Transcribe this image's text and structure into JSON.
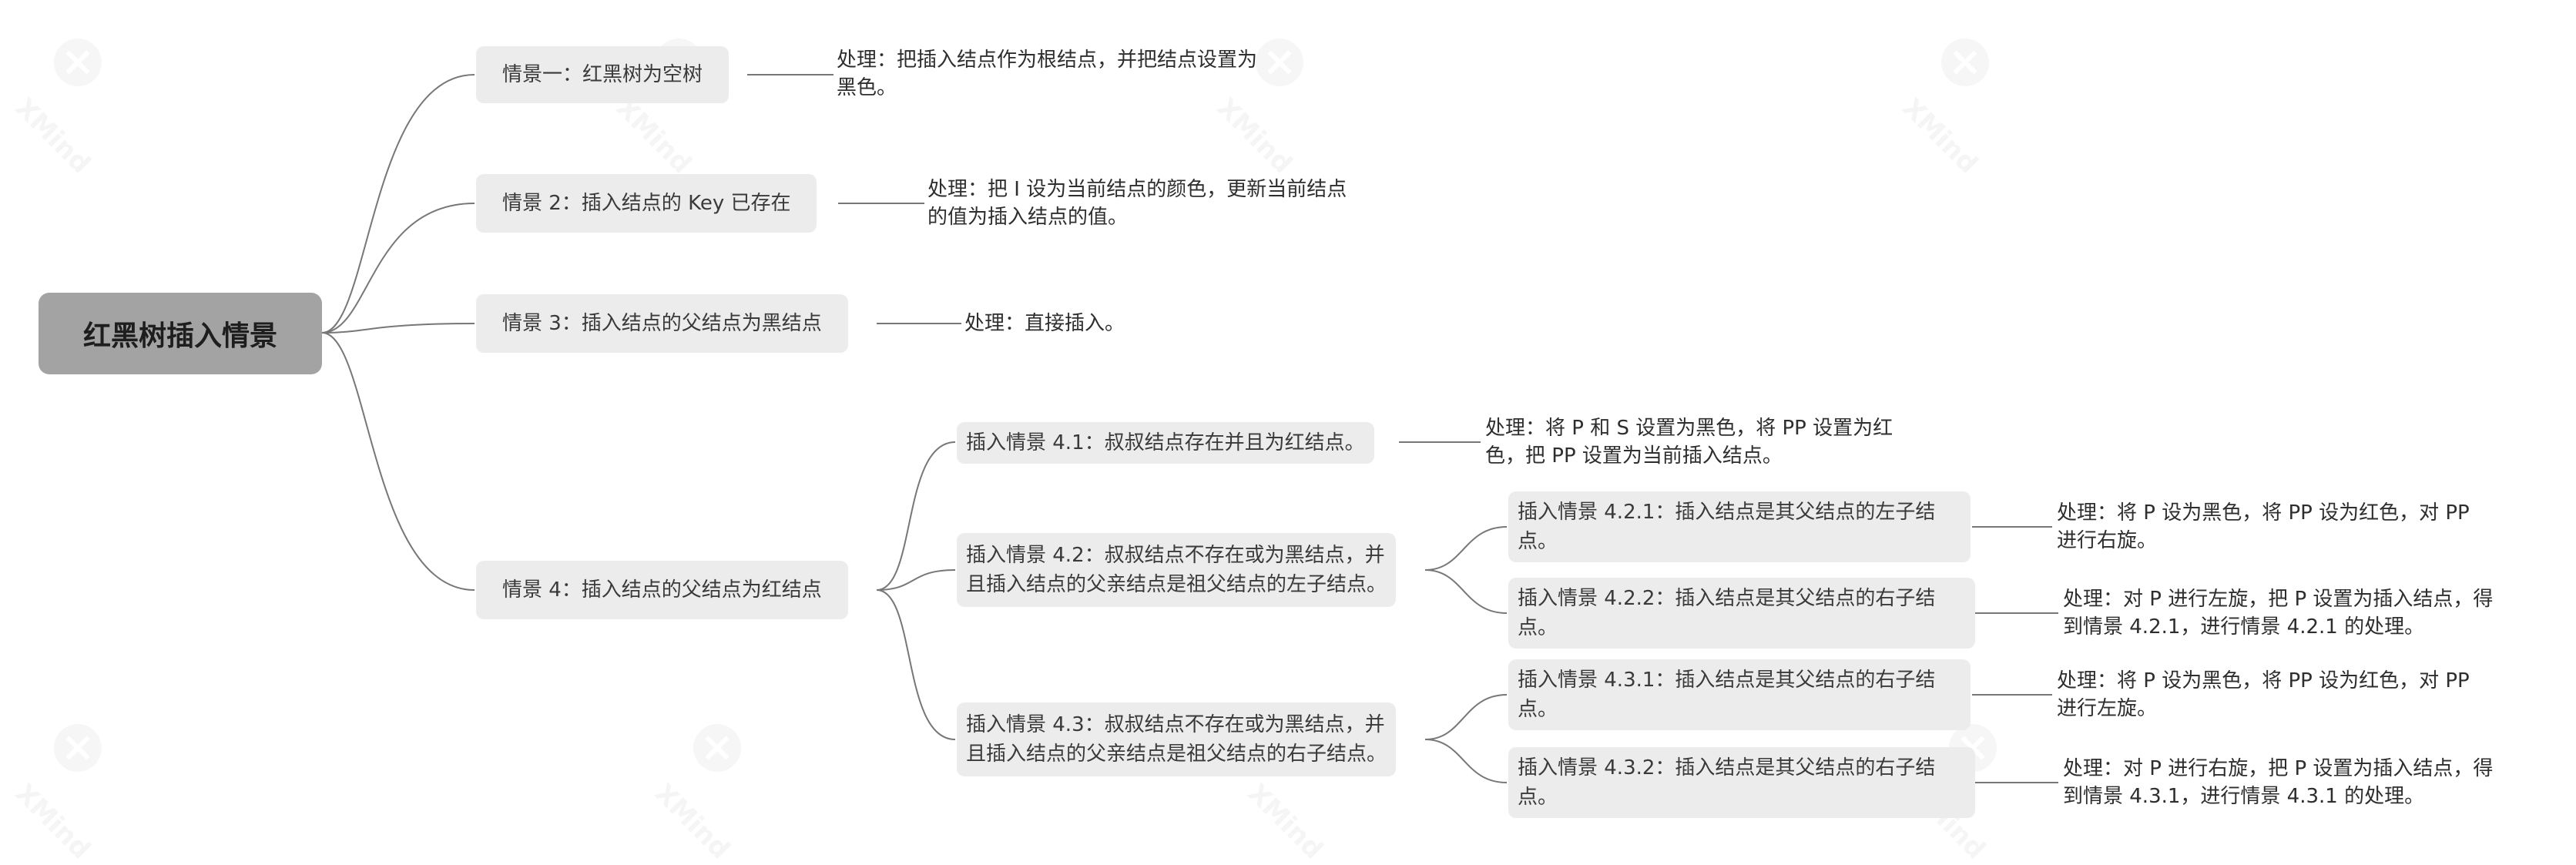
{
  "watermark_text": "XMind",
  "root": {
    "label": "红黑树插入情景"
  },
  "scenario1": {
    "label": "情景一：红黑树为空树",
    "handling": "处理：把插入结点作为根结点，并把结点设置为\n黑色。"
  },
  "scenario2": {
    "label": "情景 2：插入结点的 Key 已存在",
    "handling": "处理：把 I 设为当前结点的颜色，更新当前结点\n的值为插入结点的值。"
  },
  "scenario3": {
    "label": "情景 3：插入结点的父结点为黑结点",
    "handling": "处理：直接插入。"
  },
  "scenario4": {
    "label": "情景 4：插入结点的父结点为红结点",
    "sub1": {
      "label": "插入情景 4.1：叔叔结点存在并且为红结点。",
      "handling": "处理：将 P 和 S 设置为黑色，将 PP 设置为红\n色，把 PP 设置为当前插入结点。"
    },
    "sub2": {
      "label": "插入情景 4.2：叔叔结点不存在或为黑结点，并\n且插入结点的父亲结点是祖父结点的左子结点。",
      "case1": {
        "label": "插入情景 4.2.1：插入结点是其父结点的左子结\n点。",
        "handling": "处理：将 P 设为黑色，将 PP 设为红色，对 PP\n进行右旋。"
      },
      "case2": {
        "label": "插入情景 4.2.2：插入结点是其父结点的右子结\n点。",
        "handling": "处理：对 P 进行左旋，把 P 设置为插入结点，得\n到情景 4.2.1，进行情景 4.2.1 的处理。"
      }
    },
    "sub3": {
      "label": "插入情景 4.3：叔叔结点不存在或为黑结点，并\n且插入结点的父亲结点是祖父结点的右子结点。",
      "case1": {
        "label": "插入情景 4.3.1：插入结点是其父结点的右子结\n点。",
        "handling": "处理：将 P 设为黑色，将 PP 设为红色，对 PP\n进行左旋。"
      },
      "case2": {
        "label": "插入情景 4.3.2：插入结点是其父结点的右子结\n点。",
        "handling": "处理：对 P 进行右旋，把 P 设置为插入结点，得\n到情景 4.3.1，进行情景 4.3.1 的处理。"
      }
    }
  }
}
